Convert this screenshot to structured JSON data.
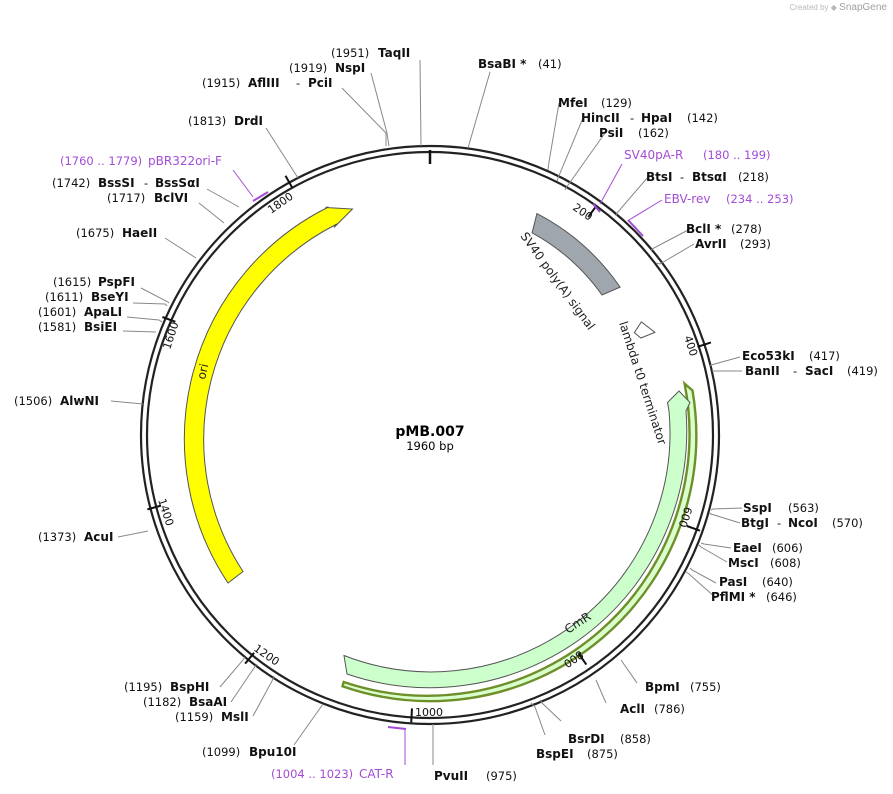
{
  "watermark": {
    "prefix": "Created by",
    "brand": "SnapGene"
  },
  "plasmid": {
    "name": "pMB.007",
    "length_label": "1960 bp",
    "length": 1960
  },
  "ticks": [
    "200",
    "400",
    "600",
    "800",
    "1000",
    "1200",
    "1400",
    "1600",
    "1800"
  ],
  "enzymes": [
    {
      "name": "TaqII",
      "pos": "(1951)"
    },
    {
      "name": "NspI",
      "pos": "(1919)"
    },
    {
      "name": "AflIII",
      "name2": "PciI",
      "pos": "(1915)"
    },
    {
      "name": "DrdI",
      "pos": "(1813)"
    },
    {
      "name": "BssSI",
      "name2": "BssSαI",
      "pos": "(1742)"
    },
    {
      "name": "BclVI",
      "pos": "(1717)"
    },
    {
      "name": "HaeII",
      "pos": "(1675)"
    },
    {
      "name": "PspFI",
      "pos": "(1615)"
    },
    {
      "name": "BseYI",
      "pos": "(1611)"
    },
    {
      "name": "ApaLI",
      "pos": "(1601)"
    },
    {
      "name": "BsiEI",
      "pos": "(1581)"
    },
    {
      "name": "AlwNI",
      "pos": "(1506)"
    },
    {
      "name": "AcuI",
      "pos": "(1373)"
    },
    {
      "name": "BspHI",
      "pos": "(1195)"
    },
    {
      "name": "BsaAI",
      "pos": "(1182)"
    },
    {
      "name": "MslI",
      "pos": "(1159)"
    },
    {
      "name": "Bpu10I",
      "pos": "(1099)"
    },
    {
      "name": "BsaBI *",
      "pos": "(41)"
    },
    {
      "name": "MfeI",
      "pos": "(129)"
    },
    {
      "name": "HincII",
      "name2": "HpaI",
      "pos": "(142)"
    },
    {
      "name": "PsiI",
      "pos": "(162)"
    },
    {
      "name": "BtsI",
      "name2": "BtsαI",
      "pos": "(218)"
    },
    {
      "name": "BclI *",
      "pos": "(278)"
    },
    {
      "name": "AvrII",
      "pos": "(293)"
    },
    {
      "name": "Eco53kI",
      "pos": "(417)"
    },
    {
      "name": "BanII",
      "name2": "SacI",
      "pos": "(419)"
    },
    {
      "name": "SspI",
      "pos": "(563)"
    },
    {
      "name": "BtgI",
      "name2": "NcoI",
      "pos": "(570)"
    },
    {
      "name": "EaeI",
      "pos": "(606)"
    },
    {
      "name": "MscI",
      "pos": "(608)"
    },
    {
      "name": "PasI",
      "pos": "(640)"
    },
    {
      "name": "PflMI *",
      "pos": "(646)"
    },
    {
      "name": "BpmI",
      "pos": "(755)"
    },
    {
      "name": "AclI",
      "pos": "(786)"
    },
    {
      "name": "BsrDI",
      "pos": "(858)"
    },
    {
      "name": "BspEI",
      "pos": "(875)"
    },
    {
      "name": "PvuII",
      "pos": "(975)"
    }
  ],
  "primers": [
    {
      "name": "pBR322ori-F",
      "range": "(1760 .. 1779)"
    },
    {
      "name": "SV40pA-R",
      "range": "(180 .. 199)"
    },
    {
      "name": "EBV-rev",
      "range": "(234 .. 253)"
    },
    {
      "name": "CAT-R",
      "range": "(1004 .. 1023)"
    }
  ],
  "features": [
    {
      "name": "SV40 poly(A) signal",
      "color": "#a0a6ad"
    },
    {
      "name": "lambda t0 terminator",
      "color": "#ffffff"
    },
    {
      "name": "CmR",
      "color": "#ccffcc"
    },
    {
      "name": "ori",
      "color": "#ffff00"
    }
  ],
  "colors": {
    "primer": "#a34bd6",
    "backbone": "#222222",
    "cmr_outline": "#6f8f2a"
  }
}
